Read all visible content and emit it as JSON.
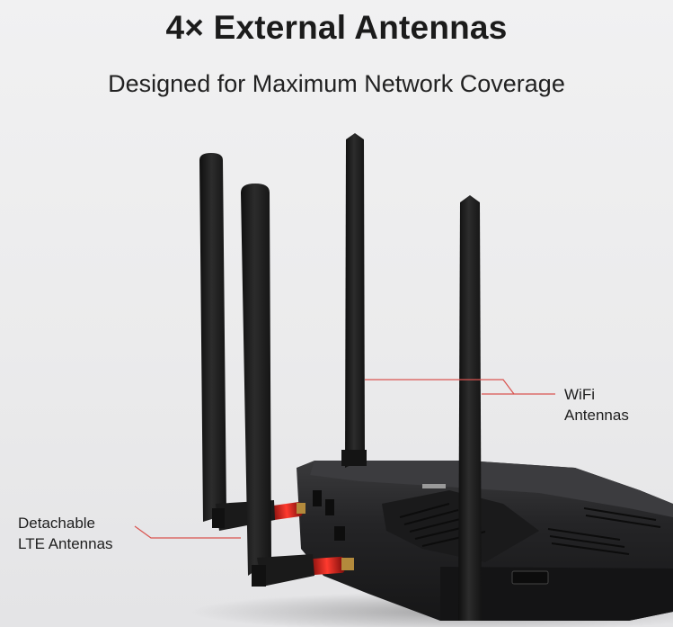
{
  "header": {
    "title": "4× External Antennas",
    "subtitle": "Designed for Maximum Network Coverage"
  },
  "callouts": {
    "wifi": {
      "line1": "WiFi",
      "line2": "Antennas"
    },
    "lte": {
      "line1": "Detachable",
      "line2": "LTE Antennas"
    }
  },
  "colors": {
    "background": "#ececed",
    "antenna": "#1c1c1c",
    "router_body": "#222224",
    "callout_line": "#d9534f",
    "connector_glow": "#e0201c"
  }
}
